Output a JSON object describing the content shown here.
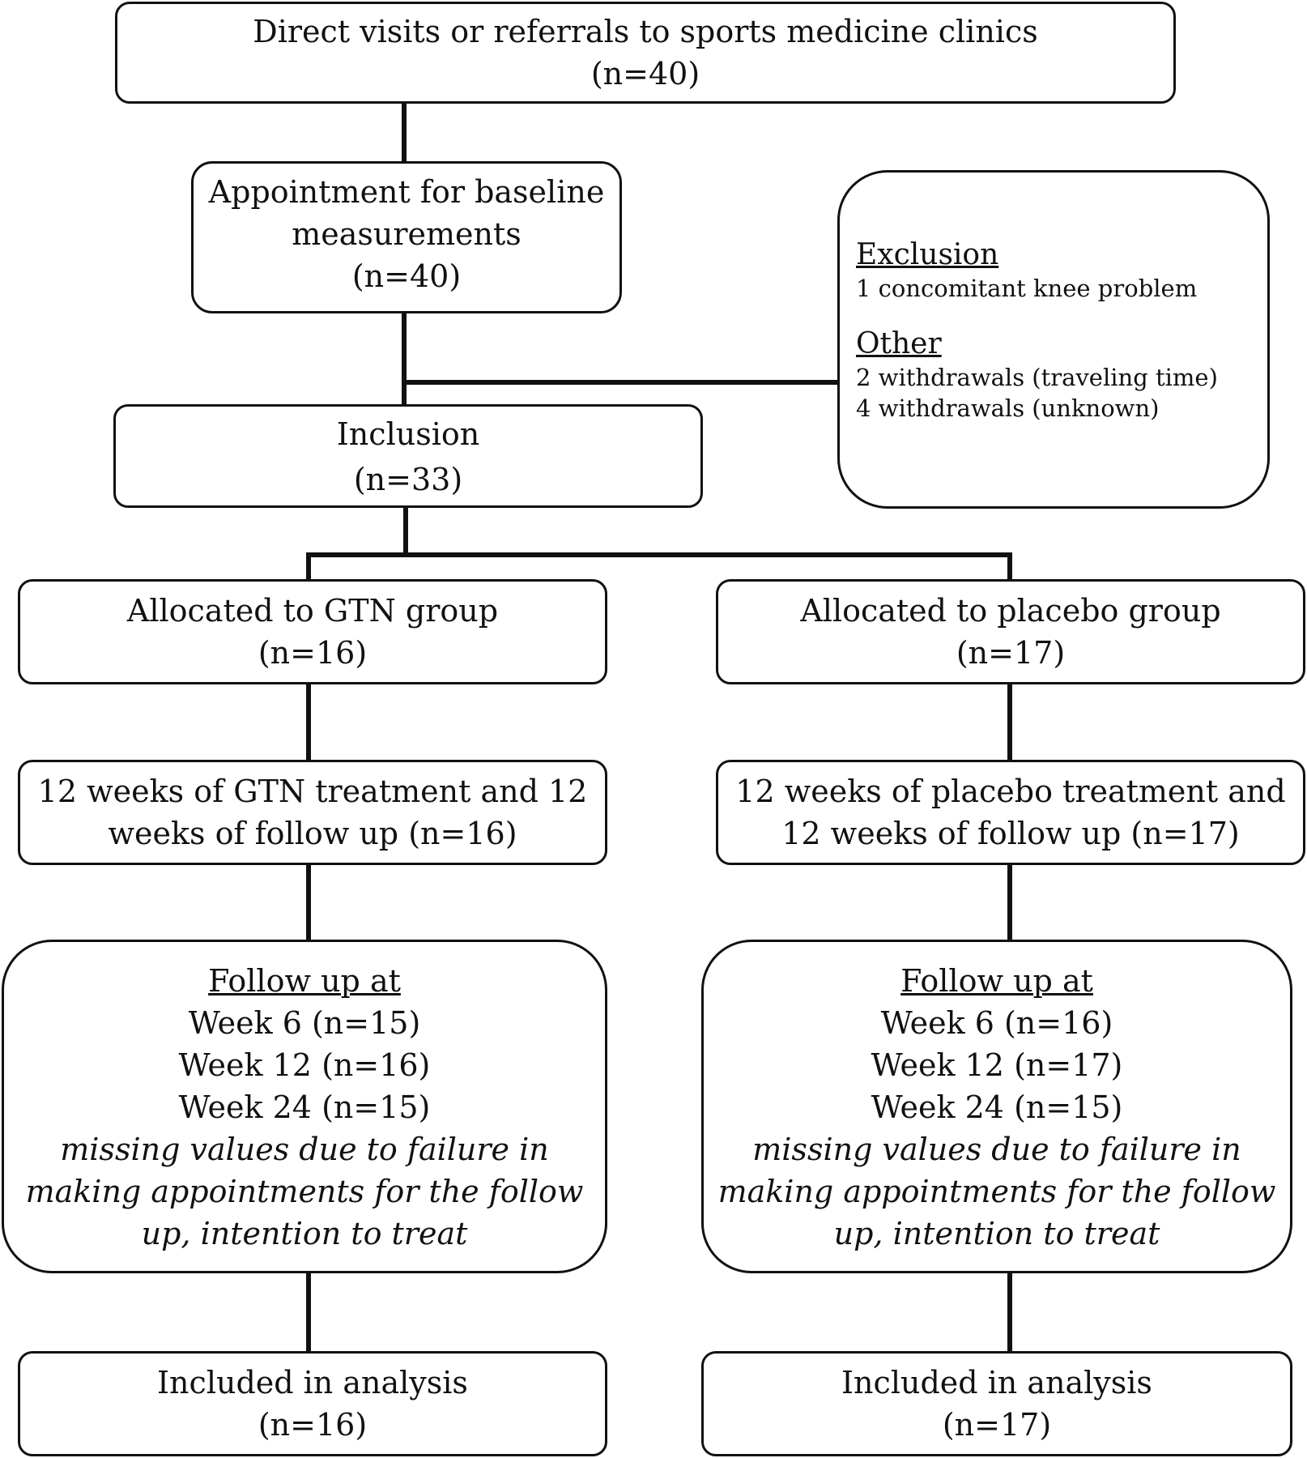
{
  "top": {
    "line1": "Direct visits or referrals to sports medicine clinics",
    "line2": "(n=40)"
  },
  "baseline": {
    "line1": "Appointment for baseline",
    "line2": "measurements",
    "line3": "(n=40)"
  },
  "excluded": {
    "exclusion_heading": "Exclusion",
    "exclusion_item": "1 concomitant knee problem",
    "other_heading": "Other",
    "other_items": [
      "2 withdrawals (traveling time)",
      "4 withdrawals (unknown)"
    ]
  },
  "inclusion": {
    "line1": "Inclusion",
    "line2": "(n=33)"
  },
  "gtn": {
    "allocated": {
      "line1": "Allocated to GTN group",
      "line2": "(n=16)"
    },
    "treatment": {
      "line1": "12 weeks of GTN treatment and 12",
      "line2": "weeks of follow up (n=16)"
    },
    "followup": {
      "heading": "Follow up at",
      "weeks": [
        "Week 6 (n=15)",
        "Week 12 (n=16)",
        "Week 24 (n=15)"
      ],
      "note": [
        "missing values due to failure in",
        "making appointments for the follow",
        "up, intention to treat"
      ]
    },
    "analysis": {
      "line1": "Included in analysis",
      "line2": "(n=16)"
    }
  },
  "placebo": {
    "allocated": {
      "line1": "Allocated to placebo group",
      "line2": "(n=17)"
    },
    "treatment": {
      "line1": "12 weeks of placebo treatment and",
      "line2": "12 weeks of follow up (n=17)"
    },
    "followup": {
      "heading": "Follow up at",
      "weeks": [
        "Week 6 (n=16)",
        "Week 12 (n=17)",
        "Week 24 (n=15)"
      ],
      "note": [
        "missing values due to failure in",
        "making appointments for the follow",
        "up, intention to treat"
      ]
    },
    "analysis": {
      "line1": "Included in analysis",
      "line2": "(n=17)"
    }
  }
}
